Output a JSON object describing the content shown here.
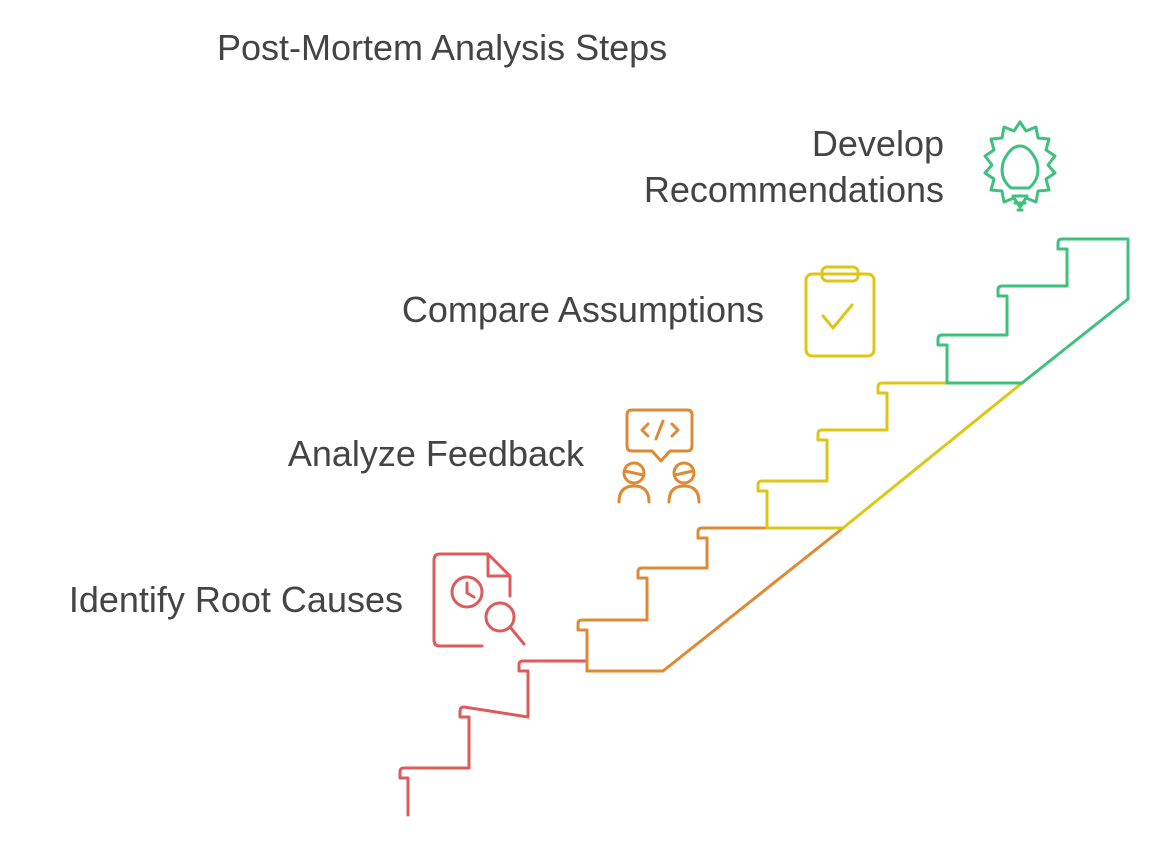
{
  "title": "Post-Mortem Analysis Steps",
  "steps": [
    {
      "label": "Identify Root Causes",
      "icon": "document-clock-search-icon",
      "color": "#DC5B5B"
    },
    {
      "label": "Analyze Feedback",
      "icon": "code-review-people-icon",
      "color": "#DE8A34"
    },
    {
      "label": "Compare Assumptions",
      "icon": "clipboard-check-icon",
      "color": "#DDC716"
    },
    {
      "label_line1": "Develop",
      "label_line2": "Recommendations",
      "icon": "lightbulb-gear-icon",
      "color": "#3EC07E"
    }
  ]
}
